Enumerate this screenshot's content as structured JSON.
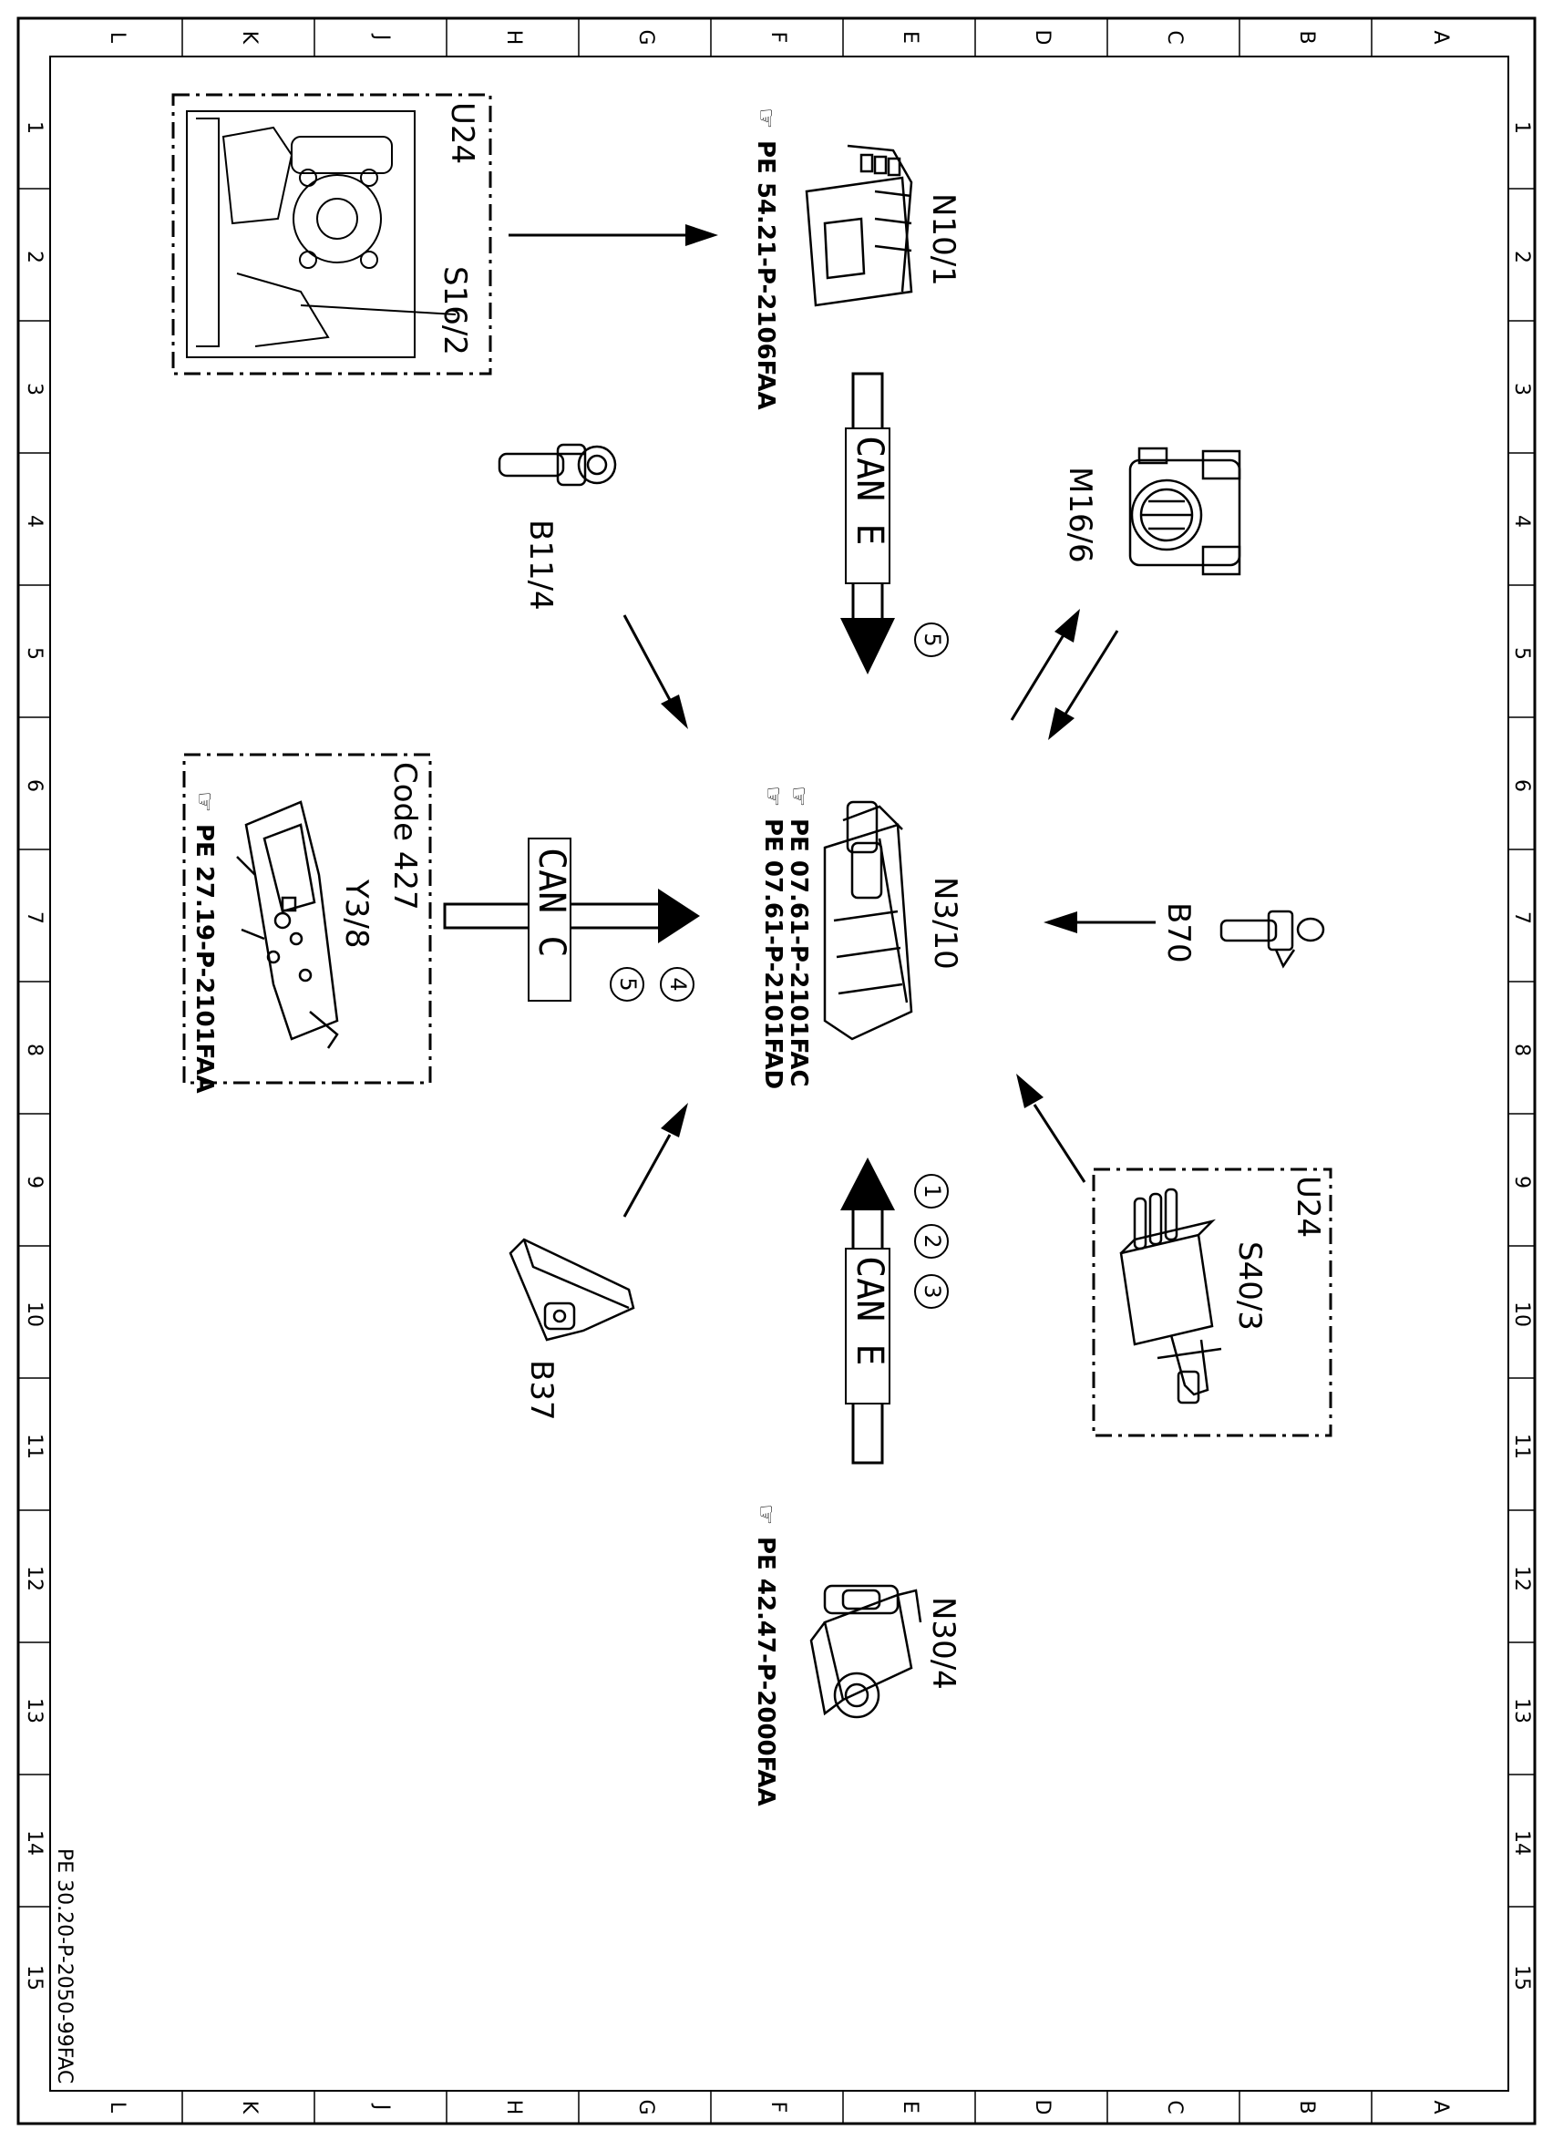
{
  "grid": {
    "letters": [
      "L",
      "K",
      "J",
      "H",
      "G",
      "F",
      "E",
      "D",
      "C",
      "B",
      "A"
    ],
    "numbers": [
      "1",
      "2",
      "3",
      "4",
      "5",
      "6",
      "7",
      "8",
      "9",
      "10",
      "11",
      "12",
      "13",
      "14",
      "15"
    ]
  },
  "components": {
    "u24_top": {
      "group": "U24",
      "label": "S16/2"
    },
    "n10_1": {
      "label": "N10/1",
      "ref": "PE 54.21-P-2106FAA"
    },
    "b11_4": {
      "label": "B11/4"
    },
    "m16_6": {
      "label": "M16/6"
    },
    "y3_8": {
      "code": "Code 427",
      "label": "Y3/8",
      "ref": "PE 27.19-P-2101FAA"
    },
    "n3_10": {
      "label": "N3/10",
      "ref1": "PE 07.61-P-2101FAC",
      "ref2": "PE 07.61-P-2101FAD"
    },
    "b70": {
      "label": "B70"
    },
    "b37": {
      "label": "B37"
    },
    "u24_bottom": {
      "group": "U24",
      "label": "S40/3"
    },
    "n30_4": {
      "label": "N30/4",
      "ref": "PE 42.47-P-2000FAA"
    }
  },
  "buses": {
    "top": "CAN E",
    "left": "CAN C",
    "bottom": "CAN E"
  },
  "markers": {
    "top": [
      "5"
    ],
    "left": [
      "4",
      "5"
    ],
    "bottom": [
      "1",
      "2",
      "3"
    ]
  },
  "doc_id": "PE 30.20-P-2050-99FAC"
}
